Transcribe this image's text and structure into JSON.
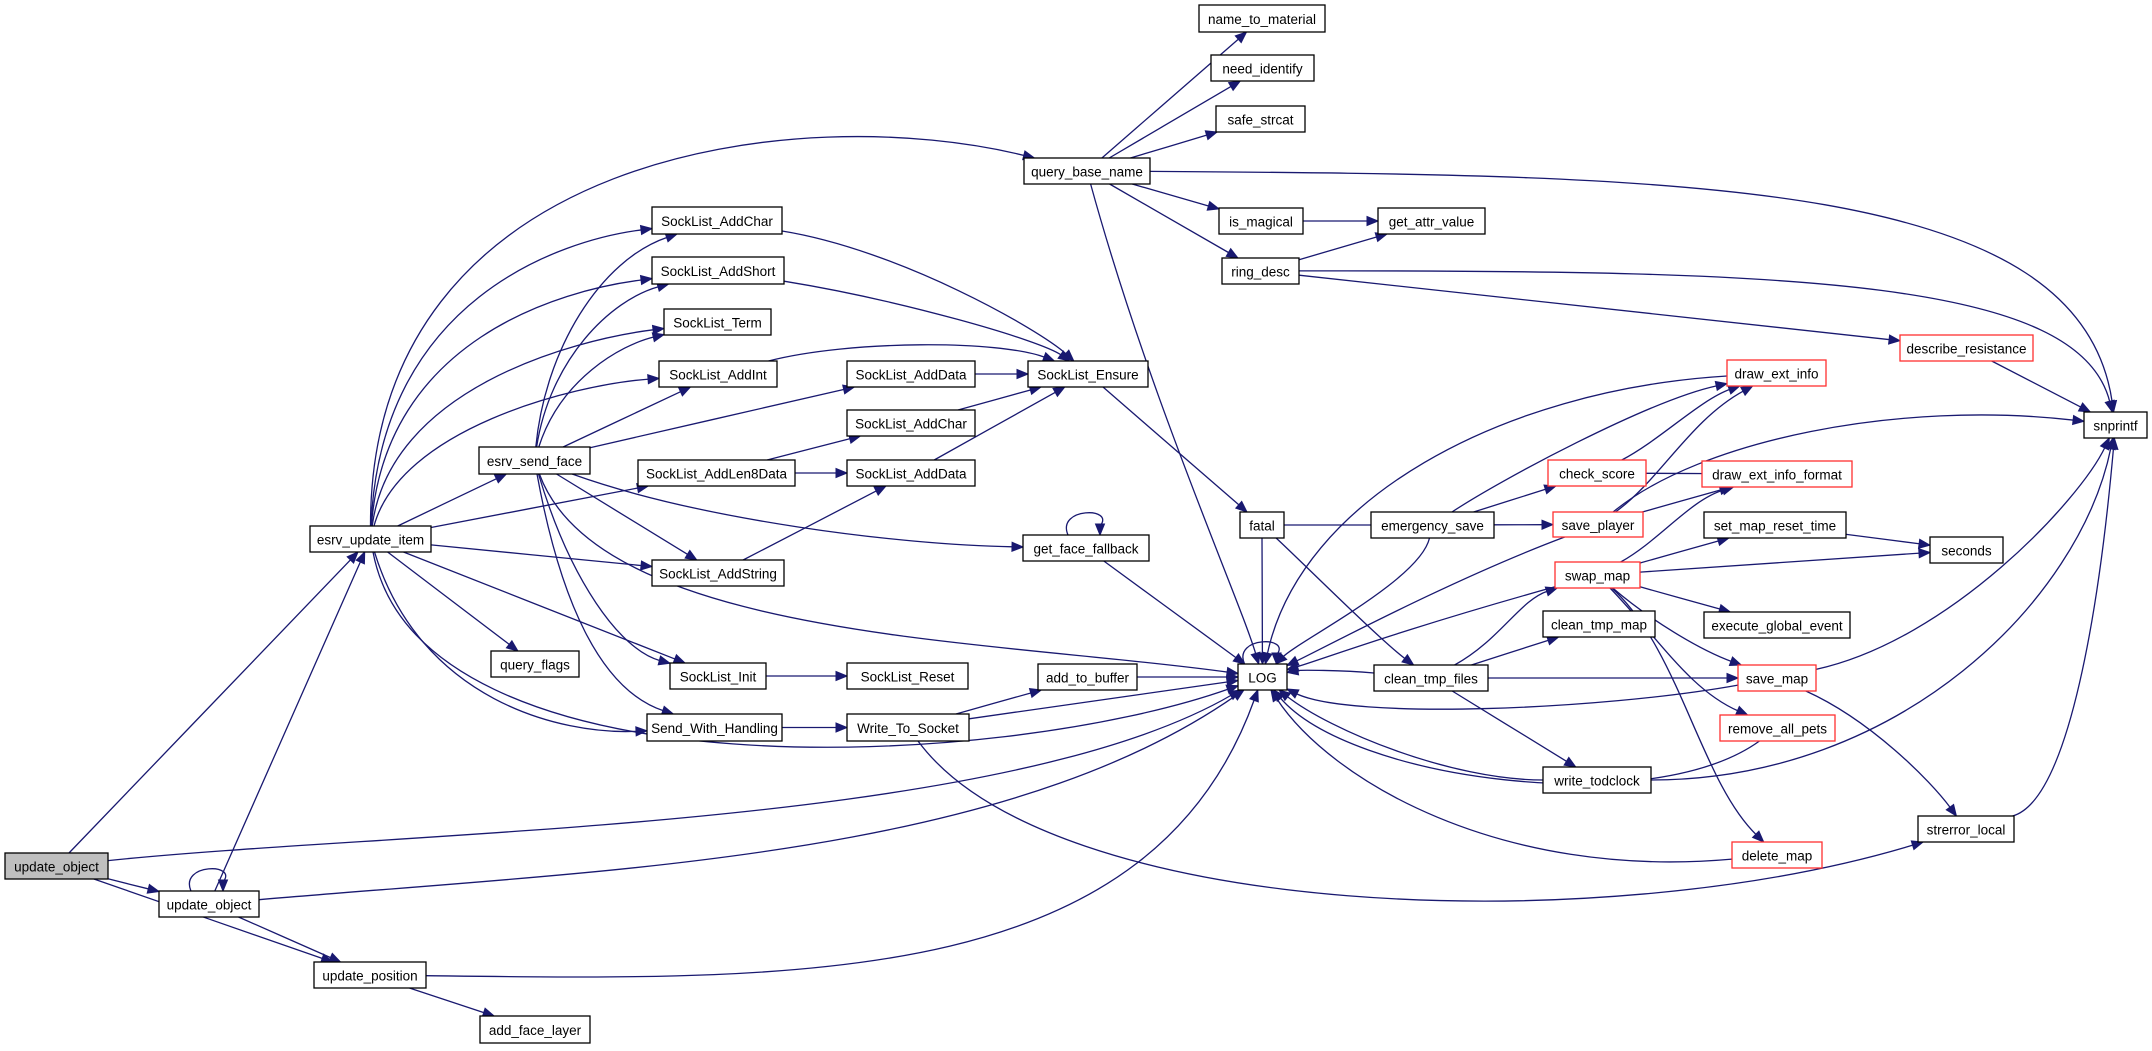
{
  "title": "Call graph of update_object",
  "colors": {
    "edge": "#191970",
    "node_border": "#000000",
    "truncated_border": "#ff3030",
    "root_fill": "#bfbfbf"
  },
  "nodes": [
    {
      "id": "update_object_root",
      "label": "update_object",
      "kind": "root"
    },
    {
      "id": "update_object",
      "label": "update_object",
      "kind": "normal"
    },
    {
      "id": "update_position",
      "label": "update_position",
      "kind": "normal"
    },
    {
      "id": "add_face_layer",
      "label": "add_face_layer",
      "kind": "normal"
    },
    {
      "id": "esrv_update_item",
      "label": "esrv_update_item",
      "kind": "normal"
    },
    {
      "id": "esrv_send_face",
      "label": "esrv_send_face",
      "kind": "normal"
    },
    {
      "id": "query_flags",
      "label": "query_flags",
      "kind": "normal"
    },
    {
      "id": "SockList_AddChar_1",
      "label": "SockList_AddChar",
      "kind": "normal"
    },
    {
      "id": "SockList_AddShort",
      "label": "SockList_AddShort",
      "kind": "normal"
    },
    {
      "id": "SockList_Term",
      "label": "SockList_Term",
      "kind": "normal"
    },
    {
      "id": "SockList_AddInt",
      "label": "SockList_AddInt",
      "kind": "normal"
    },
    {
      "id": "SockList_AddLen8Data",
      "label": "SockList_AddLen8Data",
      "kind": "normal"
    },
    {
      "id": "SockList_AddString",
      "label": "SockList_AddString",
      "kind": "normal"
    },
    {
      "id": "SockList_Init",
      "label": "SockList_Init",
      "kind": "normal"
    },
    {
      "id": "Send_With_Handling",
      "label": "Send_With_Handling",
      "kind": "normal"
    },
    {
      "id": "SockList_Reset",
      "label": "SockList_Reset",
      "kind": "normal"
    },
    {
      "id": "Write_To_Socket",
      "label": "Write_To_Socket",
      "kind": "normal"
    },
    {
      "id": "add_to_buffer",
      "label": "add_to_buffer",
      "kind": "normal"
    },
    {
      "id": "SockList_AddData_1",
      "label": "SockList_AddData",
      "kind": "normal"
    },
    {
      "id": "SockList_AddChar_2",
      "label": "SockList_AddChar",
      "kind": "normal"
    },
    {
      "id": "SockList_AddData_2",
      "label": "SockList_AddData",
      "kind": "normal"
    },
    {
      "id": "SockList_Ensure",
      "label": "SockList_Ensure",
      "kind": "normal"
    },
    {
      "id": "get_face_fallback",
      "label": "get_face_fallback",
      "kind": "normal"
    },
    {
      "id": "query_base_name",
      "label": "query_base_name",
      "kind": "normal"
    },
    {
      "id": "name_to_material",
      "label": "name_to_material",
      "kind": "normal"
    },
    {
      "id": "need_identify",
      "label": "need_identify",
      "kind": "normal"
    },
    {
      "id": "safe_strcat",
      "label": "safe_strcat",
      "kind": "normal"
    },
    {
      "id": "is_magical",
      "label": "is_magical",
      "kind": "normal"
    },
    {
      "id": "get_attr_value",
      "label": "get_attr_value",
      "kind": "normal"
    },
    {
      "id": "ring_desc",
      "label": "ring_desc",
      "kind": "normal"
    },
    {
      "id": "fatal",
      "label": "fatal",
      "kind": "normal"
    },
    {
      "id": "LOG",
      "label": "LOG",
      "kind": "normal"
    },
    {
      "id": "emergency_save",
      "label": "emergency_save",
      "kind": "normal"
    },
    {
      "id": "clean_tmp_files",
      "label": "clean_tmp_files",
      "kind": "normal"
    },
    {
      "id": "write_todclock",
      "label": "write_todclock",
      "kind": "normal"
    },
    {
      "id": "clean_tmp_map",
      "label": "clean_tmp_map",
      "kind": "normal"
    },
    {
      "id": "check_score",
      "label": "check_score",
      "kind": "truncated"
    },
    {
      "id": "save_player",
      "label": "save_player",
      "kind": "truncated"
    },
    {
      "id": "swap_map",
      "label": "swap_map",
      "kind": "truncated"
    },
    {
      "id": "draw_ext_info",
      "label": "draw_ext_info",
      "kind": "truncated"
    },
    {
      "id": "draw_ext_info_format",
      "label": "draw_ext_info_format",
      "kind": "truncated"
    },
    {
      "id": "set_map_reset_time",
      "label": "set_map_reset_time",
      "kind": "normal"
    },
    {
      "id": "seconds",
      "label": "seconds",
      "kind": "normal"
    },
    {
      "id": "execute_global_event",
      "label": "execute_global_event",
      "kind": "normal"
    },
    {
      "id": "save_map",
      "label": "save_map",
      "kind": "truncated"
    },
    {
      "id": "remove_all_pets",
      "label": "remove_all_pets",
      "kind": "truncated"
    },
    {
      "id": "delete_map",
      "label": "delete_map",
      "kind": "truncated"
    },
    {
      "id": "strerror_local",
      "label": "strerror_local",
      "kind": "normal"
    },
    {
      "id": "describe_resistance",
      "label": "describe_resistance",
      "kind": "truncated"
    },
    {
      "id": "snprintf",
      "label": "snprintf",
      "kind": "normal"
    }
  ],
  "edges": [
    [
      "update_object_root",
      "esrv_update_item"
    ],
    [
      "update_object_root",
      "LOG"
    ],
    [
      "update_object_root",
      "update_object"
    ],
    [
      "update_object_root",
      "update_position"
    ],
    [
      "update_object",
      "update_object"
    ],
    [
      "update_object",
      "esrv_update_item"
    ],
    [
      "update_object",
      "LOG"
    ],
    [
      "update_object",
      "update_position"
    ],
    [
      "update_position",
      "LOG"
    ],
    [
      "update_position",
      "add_face_layer"
    ],
    [
      "esrv_update_item",
      "query_base_name"
    ],
    [
      "esrv_update_item",
      "SockList_AddChar_1"
    ],
    [
      "esrv_update_item",
      "SockList_AddShort"
    ],
    [
      "esrv_update_item",
      "SockList_Term"
    ],
    [
      "esrv_update_item",
      "SockList_AddInt"
    ],
    [
      "esrv_update_item",
      "esrv_send_face"
    ],
    [
      "esrv_update_item",
      "SockList_AddLen8Data"
    ],
    [
      "esrv_update_item",
      "SockList_AddString"
    ],
    [
      "esrv_update_item",
      "query_flags"
    ],
    [
      "esrv_update_item",
      "SockList_Init"
    ],
    [
      "esrv_update_item",
      "Send_With_Handling"
    ],
    [
      "esrv_update_item",
      "LOG"
    ],
    [
      "esrv_send_face",
      "SockList_AddChar_1"
    ],
    [
      "esrv_send_face",
      "SockList_AddShort"
    ],
    [
      "esrv_send_face",
      "SockList_Term"
    ],
    [
      "esrv_send_face",
      "SockList_AddInt"
    ],
    [
      "esrv_send_face",
      "SockList_AddData_1"
    ],
    [
      "esrv_send_face",
      "get_face_fallback"
    ],
    [
      "esrv_send_face",
      "SockList_AddString"
    ],
    [
      "esrv_send_face",
      "SockList_Init"
    ],
    [
      "esrv_send_face",
      "Send_With_Handling"
    ],
    [
      "esrv_send_face",
      "LOG"
    ],
    [
      "SockList_AddChar_1",
      "SockList_Ensure"
    ],
    [
      "SockList_AddShort",
      "SockList_Ensure"
    ],
    [
      "SockList_AddInt",
      "SockList_Ensure"
    ],
    [
      "SockList_AddData_1",
      "SockList_Ensure"
    ],
    [
      "SockList_AddChar_2",
      "SockList_Ensure"
    ],
    [
      "SockList_AddData_2",
      "SockList_Ensure"
    ],
    [
      "SockList_AddLen8Data",
      "SockList_AddChar_2"
    ],
    [
      "SockList_AddLen8Data",
      "SockList_AddData_2"
    ],
    [
      "SockList_AddString",
      "SockList_AddData_2"
    ],
    [
      "SockList_Init",
      "SockList_Reset"
    ],
    [
      "Send_With_Handling",
      "Write_To_Socket"
    ],
    [
      "Write_To_Socket",
      "add_to_buffer"
    ],
    [
      "Write_To_Socket",
      "LOG"
    ],
    [
      "Write_To_Socket",
      "strerror_local"
    ],
    [
      "add_to_buffer",
      "LOG"
    ],
    [
      "get_face_fallback",
      "get_face_fallback"
    ],
    [
      "get_face_fallback",
      "LOG"
    ],
    [
      "SockList_Ensure",
      "fatal"
    ],
    [
      "query_base_name",
      "name_to_material"
    ],
    [
      "query_base_name",
      "need_identify"
    ],
    [
      "query_base_name",
      "safe_strcat"
    ],
    [
      "query_base_name",
      "is_magical"
    ],
    [
      "query_base_name",
      "ring_desc"
    ],
    [
      "query_base_name",
      "snprintf"
    ],
    [
      "query_base_name",
      "LOG"
    ],
    [
      "is_magical",
      "get_attr_value"
    ],
    [
      "ring_desc",
      "get_attr_value"
    ],
    [
      "ring_desc",
      "snprintf"
    ],
    [
      "ring_desc",
      "describe_resistance"
    ],
    [
      "describe_resistance",
      "snprintf"
    ],
    [
      "fatal",
      "emergency_save"
    ],
    [
      "fatal",
      "clean_tmp_files"
    ],
    [
      "fatal",
      "LOG"
    ],
    [
      "LOG",
      "LOG"
    ],
    [
      "emergency_save",
      "check_score"
    ],
    [
      "emergency_save",
      "save_player"
    ],
    [
      "emergency_save",
      "draw_ext_info"
    ],
    [
      "emergency_save",
      "LOG"
    ],
    [
      "check_score",
      "draw_ext_info"
    ],
    [
      "check_score",
      "draw_ext_info_format"
    ],
    [
      "save_player",
      "draw_ext_info"
    ],
    [
      "save_player",
      "draw_ext_info_format"
    ],
    [
      "save_player",
      "snprintf"
    ],
    [
      "save_player",
      "LOG"
    ],
    [
      "draw_ext_info",
      "LOG"
    ],
    [
      "clean_tmp_files",
      "LOG"
    ],
    [
      "clean_tmp_files",
      "swap_map"
    ],
    [
      "clean_tmp_files",
      "clean_tmp_map"
    ],
    [
      "clean_tmp_files",
      "save_map"
    ],
    [
      "clean_tmp_files",
      "write_todclock"
    ],
    [
      "swap_map",
      "draw_ext_info_format"
    ],
    [
      "swap_map",
      "set_map_reset_time"
    ],
    [
      "swap_map",
      "seconds"
    ],
    [
      "swap_map",
      "execute_global_event"
    ],
    [
      "swap_map",
      "save_map"
    ],
    [
      "swap_map",
      "remove_all_pets"
    ],
    [
      "swap_map",
      "delete_map"
    ],
    [
      "swap_map",
      "LOG"
    ],
    [
      "set_map_reset_time",
      "seconds"
    ],
    [
      "save_map",
      "LOG"
    ],
    [
      "save_map",
      "snprintf"
    ],
    [
      "save_map",
      "strerror_local"
    ],
    [
      "remove_all_pets",
      "LOG"
    ],
    [
      "delete_map",
      "LOG"
    ],
    [
      "write_todclock",
      "LOG"
    ],
    [
      "write_todclock",
      "snprintf"
    ],
    [
      "strerror_local",
      "snprintf"
    ]
  ]
}
